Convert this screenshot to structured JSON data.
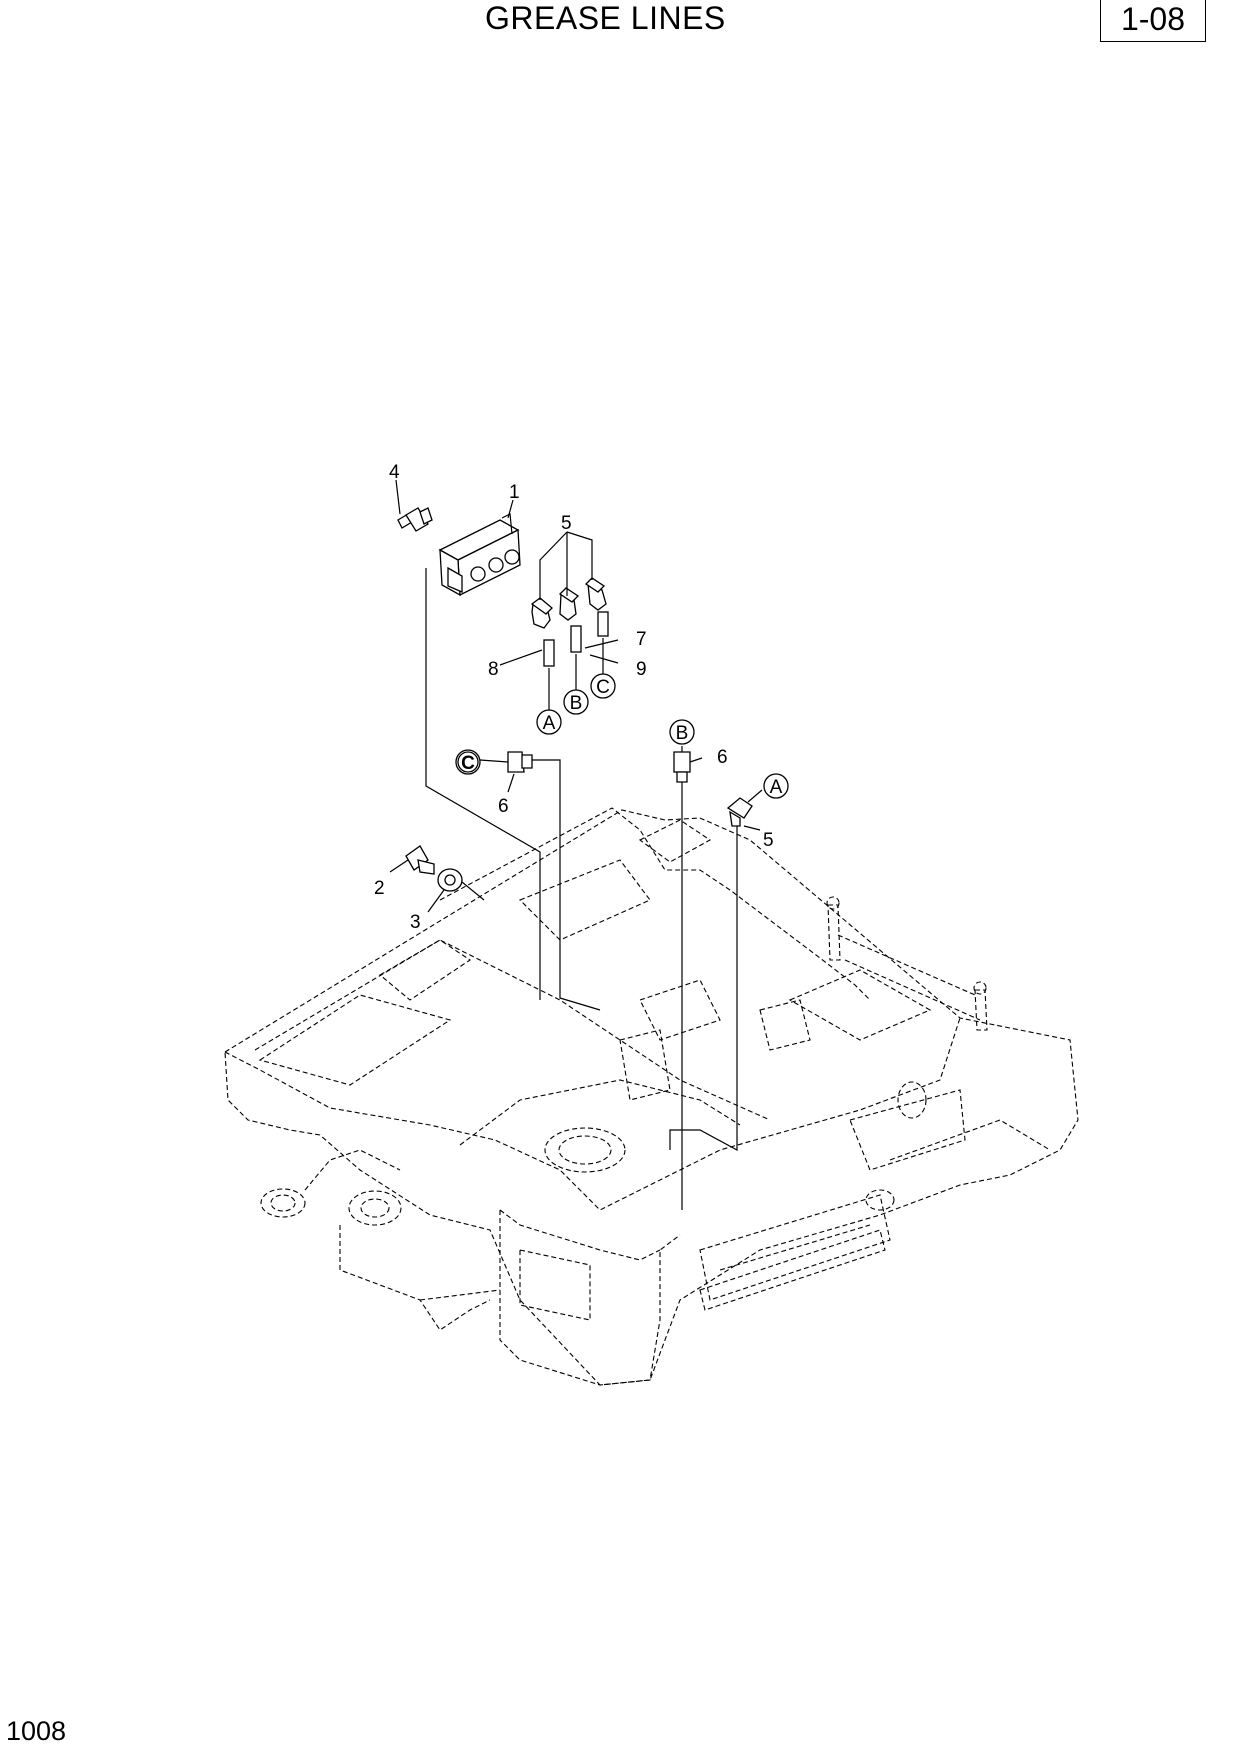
{
  "header": {
    "title": "GREASE LINES",
    "page_code": "1-08"
  },
  "footer": {
    "page_number": "1008"
  },
  "callouts": {
    "n1": "1",
    "n2": "2",
    "n3": "3",
    "n4": "4",
    "n5a": "5",
    "n5b": "5",
    "n6a": "6",
    "n6b": "6",
    "n7": "7",
    "n8": "8",
    "n9": "9"
  },
  "connectors": {
    "a_top": "A",
    "b_top": "B",
    "c_top": "C",
    "c_left": "C",
    "b_right": "B",
    "a_right": "A"
  }
}
